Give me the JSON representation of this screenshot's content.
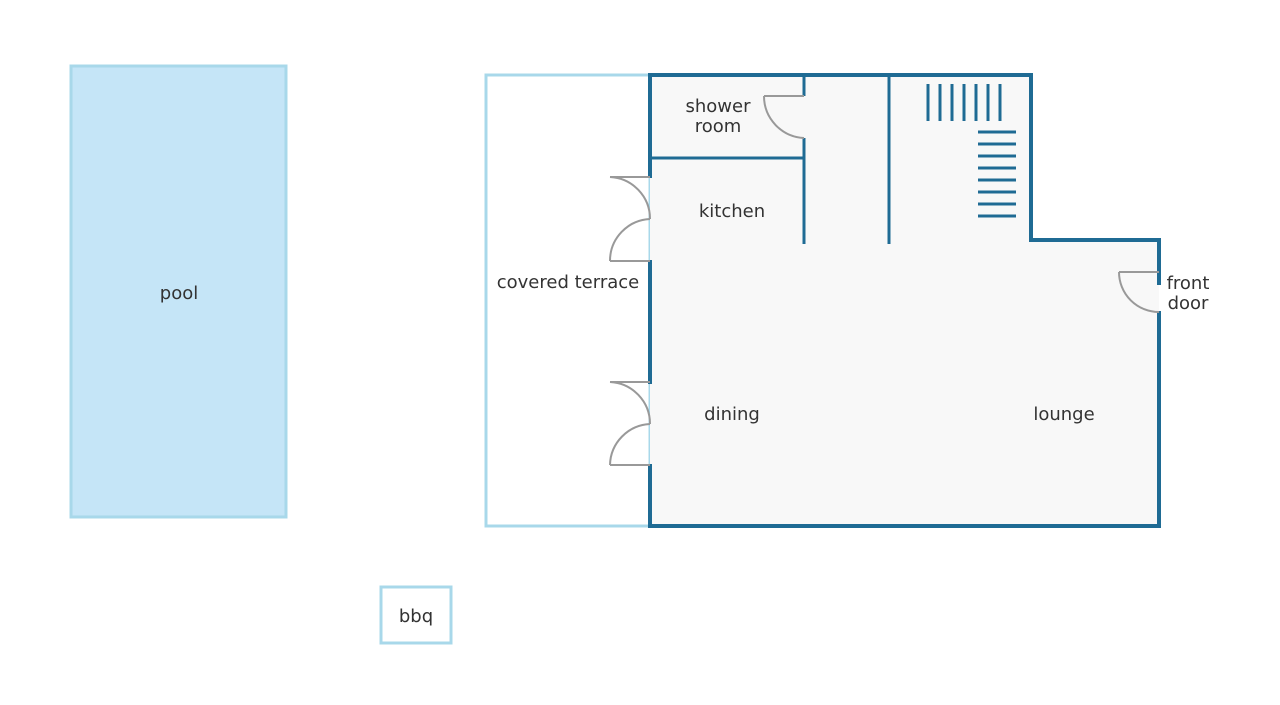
{
  "labels": {
    "pool": "pool",
    "covered_terrace": "covered terrace",
    "shower_room_line1": "shower",
    "shower_room_line2": "room",
    "kitchen": "kitchen",
    "dining": "dining",
    "lounge": "lounge",
    "front_door_line1": "front",
    "front_door_line2": "door",
    "bbq": "bbq"
  },
  "colors": {
    "wall": "#1f6b94",
    "light_outline": "#a8d8ea",
    "pool_fill": "#c5e5f7",
    "floor_fill": "#f8f8f8",
    "door": "#999999",
    "text": "#333333"
  }
}
